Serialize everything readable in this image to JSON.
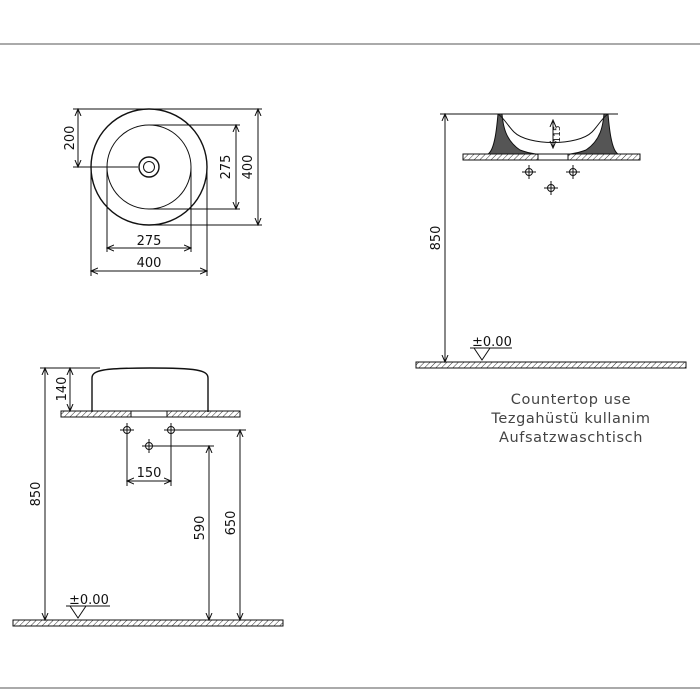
{
  "plan_view": {
    "dim_drain_offset": "200",
    "dim_inner_vertical": "275",
    "dim_outer_vertical": "400",
    "dim_inner_horizontal": "275",
    "dim_outer_horizontal": "400"
  },
  "section_view": {
    "dim_depth": "115",
    "dim_height": "850",
    "floor_level": "±0.00"
  },
  "front_view": {
    "dim_bowl_height": "140",
    "dim_hole_spacing": "150",
    "dim_total_height": "850",
    "dim_drain_height": "590",
    "dim_supply_height": "650",
    "floor_level": "±0.00"
  },
  "description": {
    "line_en": "Countertop use",
    "line_tr": "Tezgahüstü kullanim",
    "line_de": "Aufsatzwaschtisch"
  }
}
